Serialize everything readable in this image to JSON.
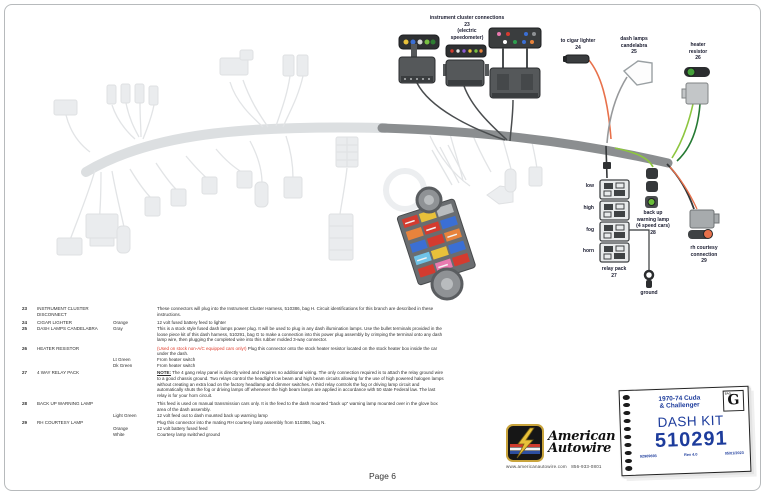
{
  "footer": {
    "page_label": "Page 6"
  },
  "diagram": {
    "labels": {
      "cluster_line1": "instrument cluster connections",
      "cluster_num": "23",
      "cluster_sub1": "(electric",
      "cluster_sub2": "speedometer)",
      "cigar_line1": "to cigar lighter",
      "cigar_num": "24",
      "dash_line1": "dash lamps",
      "dash_line2": "candelabra",
      "dash_num": "25",
      "heater_line1": "heater",
      "heater_line2": "resistor",
      "heater_num": "26",
      "relay_low": "low",
      "relay_high": "high",
      "relay_fog": "fog",
      "relay_horn": "horn",
      "relay_line1": "relay pack",
      "relay_num": "27",
      "ground": "ground",
      "backup_line1": "back up",
      "backup_line2": "warning lamp",
      "backup_line3": "(4 speed cars)",
      "backup_num": "28",
      "courtesy_line1": "rh courtesy",
      "courtesy_line2": "connection",
      "courtesy_num": "29"
    },
    "wire_colors": {
      "orange": "#e8714b",
      "light_green": "#8dc63f",
      "dark_green": "#257a33",
      "gray": "#97999b",
      "black": "#35383a"
    }
  },
  "legend": {
    "rows": [
      {
        "num": "23",
        "name": "INSTRUMENT CLUSTER DISCONNECT",
        "color": "",
        "desc": "These connectors will plug into the Instrument Cluster Harness, 510386, bag H. Circuit identifications for this branch are described in these instructions."
      },
      {
        "num": "24",
        "name": "CIGAR LIGHTER",
        "color": "Orange",
        "desc": "12 volt fused battery feed to lighter"
      },
      {
        "num": "25",
        "name": "DASH LAMPS CANDELABRA",
        "color": "Gray",
        "desc": "This is a stock style fused dash lamps power plug. It will be used to plug in any dash illumination lamps. Use the bullet terminals provided in the loose piece kit of this dash harness, 510291, bag G to make a connection into this power plug assembly by crimping the terminal onto any dash lamp wire, then plugging the completed wire into this rubber molded 3-way connector."
      },
      {
        "num": "26",
        "name": "HEATER RESISTOR",
        "color": "",
        "desc_red": "(Used on stock non-A/C equipped cars only!)",
        "desc": " Plug this connector onto the stock heater resistor located on the stock heater box inside the car under the dash."
      },
      {
        "num": "",
        "name": "",
        "color": "Lt Green",
        "desc": "From heater switch"
      },
      {
        "num": "",
        "name": "",
        "color": "Dk Green",
        "desc": "From heater switch"
      },
      {
        "num": "27",
        "name": "4 WAY RELAY PACK",
        "color": "",
        "note": "NOTE:",
        "desc": " The 4 gang relay panel is directly wired and requires no additional wiring. The only connection required is to attach the relay ground wire to a good chassis ground. Two relays control the headlight low beam and high beam circuits allowing for the use of high powered halogen lamps without creating an extra load on the factory headlamp and dimmer switches. A third relay controls the fog or driving lamp circuit and automatically shuts the fog or driving lamps off whenever the high beam lamps are applied in accordance with 50 state Federal law. The last relay is for your horn circuit."
      },
      {
        "num": "28",
        "name": "BACK UP WARNING LAMP",
        "color": "",
        "desc": "This feed is used on manual transmission cars only. It is the feed to the dash mounted \"back up\" warning lamp mounted over in the glove box area of the dash assembly."
      },
      {
        "num": "",
        "name": "",
        "color": "Light Green",
        "desc": "12 volt feed out to dash mounted back up warning lamp"
      },
      {
        "num": "29",
        "name": "RH COURTESY LAMP",
        "color": "",
        "desc": "Plug this connector into the mating RH courtesy lamp assembly from 510386, bag N."
      },
      {
        "num": "",
        "name": "",
        "color": "Orange",
        "desc": "12 volt battery fused feed"
      },
      {
        "num": "",
        "name": "",
        "color": "White",
        "desc": "Courtesy lamp switched ground"
      }
    ]
  },
  "branding": {
    "name_line1": "American",
    "name_line2": "Autowire",
    "website": "www.americanautowire.com",
    "phone": "856-933-0801"
  },
  "kit_card": {
    "vehicle_line1": "1970-74 Cuda",
    "vehicle_line2": "& Challenger",
    "bag_word": "BAG",
    "bag_letter": "G",
    "kit_name": "DASH KIT",
    "part_number": "510291",
    "doc_number": "92969693",
    "revision": "Rev 4.0",
    "date": "05/01/2023"
  }
}
